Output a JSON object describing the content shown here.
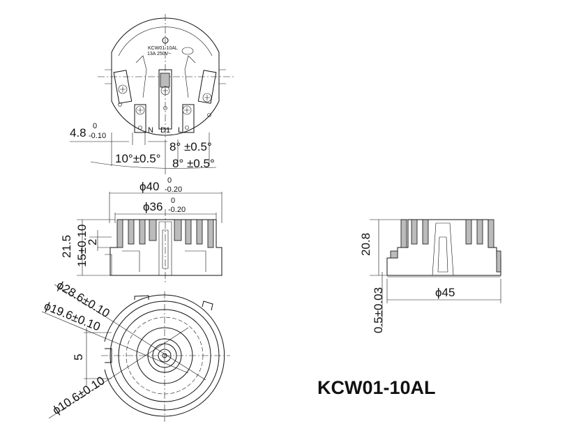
{
  "model_title": "KCW01-10AL",
  "top_view": {
    "marking_model": "KCW01-10AL",
    "marking_rating": "13A 250V~",
    "terminals": [
      "N",
      "D1",
      "L"
    ],
    "dim_width": {
      "value": "4.8",
      "upper": "0",
      "lower": "-0.10"
    },
    "angle_1": "10°±0.5°",
    "angle_2": "8° ±0.5°",
    "angle_3": "8° ±0.5°"
  },
  "side_view": {
    "dia_outer": {
      "value": "ϕ40",
      "upper": "0",
      "lower": "-0.20"
    },
    "dia_inner": {
      "value": "ϕ36",
      "upper": "0",
      "lower": "-0.20"
    },
    "height_total": "21.5",
    "height_body": "15±0.10",
    "height_step": "2"
  },
  "right_view": {
    "height": "20.8",
    "diameter": "ϕ45",
    "thickness": "0.5±0.03"
  },
  "bottom_view": {
    "dia_1": "ϕ28.6±0.10",
    "dia_2": "ϕ19.6±0.10",
    "dia_3": "ϕ10.6±0.10",
    "offset": "5"
  }
}
